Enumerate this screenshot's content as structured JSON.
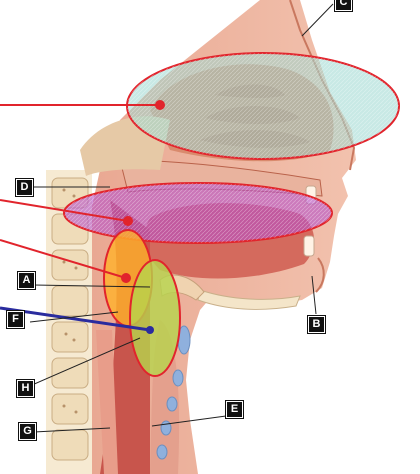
{
  "labels": {
    "a": "A",
    "b": "B",
    "c": "C",
    "d": "D",
    "e": "E",
    "f": "F",
    "g": "G",
    "h": "H"
  },
  "colors": {
    "nasal_ellipse_fill": "#9ad7d0",
    "oral_ellipse_fill": "#b44fc9",
    "orange_ellipse_fill": "#ffb22a",
    "green_ellipse_fill": "#b7d54c",
    "outline_red": "#e1242c",
    "pointer_blue": "#2a2c9e"
  }
}
